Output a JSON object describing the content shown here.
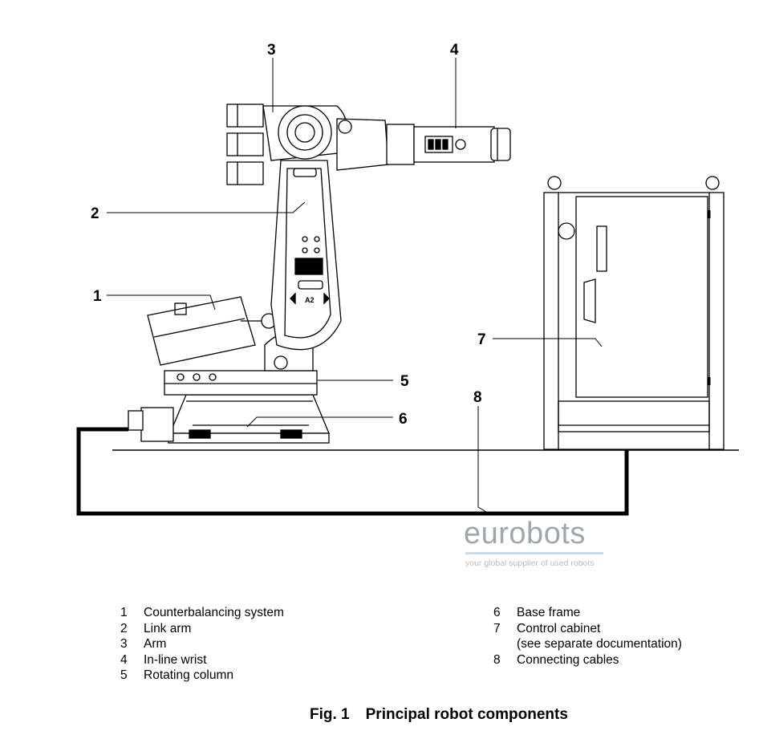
{
  "callouts": {
    "c1": "1",
    "c2": "2",
    "c3": "3",
    "c4": "4",
    "c5": "5",
    "c6": "6",
    "c7": "7",
    "c8": "8"
  },
  "legend_left": [
    {
      "num": "1",
      "label": "Counterbalancing system"
    },
    {
      "num": "2",
      "label": "Link arm"
    },
    {
      "num": "3",
      "label": "Arm"
    },
    {
      "num": "4",
      "label": "In-line wrist"
    },
    {
      "num": "5",
      "label": "Rotating column"
    }
  ],
  "legend_right": [
    {
      "num": "6",
      "label": "Base frame"
    },
    {
      "num": "7",
      "label": "Control cabinet"
    },
    {
      "num": "",
      "label": "(see separate documentation)"
    },
    {
      "num": "8",
      "label": "Connecting cables"
    }
  ],
  "caption": {
    "fig": "Fig. 1",
    "title": "Principal robot components"
  },
  "robot_marking": "A2",
  "watermark": {
    "name": "eurobots",
    "tagline": "your global supplier of used robots"
  },
  "colors": {
    "line": "#000000",
    "watermark_text": "#a0a6ad",
    "watermark_rule": "#c9dde8"
  }
}
